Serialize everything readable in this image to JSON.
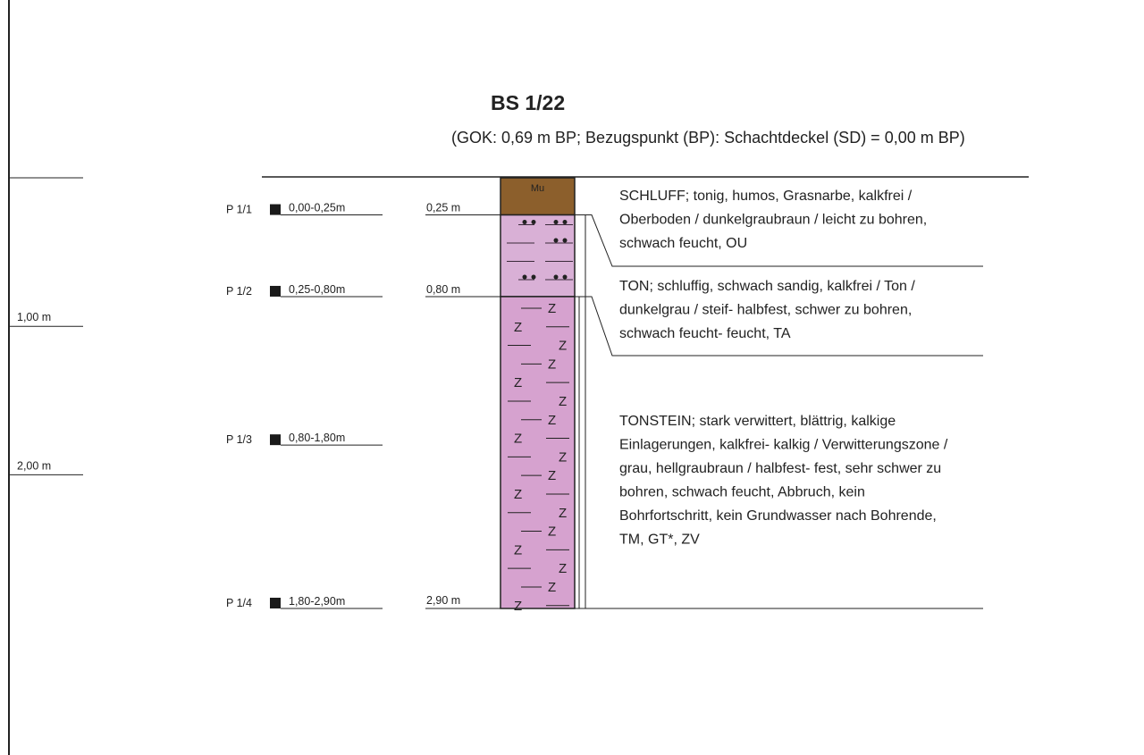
{
  "title": "BS 1/22",
  "subtitle": "(GOK: 0,69 m BP; Bezugspunkt (BP): Schachtdeckel (SD) = 0,00 m BP)",
  "scale_labels": [
    {
      "label": "1,00 m",
      "depth": 1.0
    },
    {
      "label": "2,00 m",
      "depth": 2.0
    }
  ],
  "samples": [
    {
      "id": "P 1/1",
      "range": "0,00-0,25m",
      "depth": 0.25
    },
    {
      "id": "P 1/2",
      "range": "0,25-0,80m",
      "depth": 0.8
    },
    {
      "id": "P 1/3",
      "range": "0,80-1,80m",
      "depth": 1.8
    },
    {
      "id": "P 1/4",
      "range": "1,80-2,90m",
      "depth": 2.9
    }
  ],
  "layers": [
    {
      "top": 0.0,
      "bottom": 0.25,
      "bottom_label": "",
      "symbol": "Mu",
      "color": "#8c5f2c",
      "pattern": "none",
      "desc": [
        "SCHLUFF; tonig, humos, Grasnarbe, kalkfrei /",
        "Oberboden / dunkelgraubraun / leicht zu bohren,",
        "schwach feucht, OU"
      ]
    },
    {
      "top": 0.25,
      "bottom": 0.8,
      "bottom_label": "0,25 m",
      "symbol": "",
      "color": "#d9b0d6",
      "pattern": "silt-sand",
      "desc": [
        "TON; schluffig, schwach sandig, kalkfrei / Ton /",
        "dunkelgrau / steif- halbfest, schwer zu bohren,",
        "schwach feucht- feucht, TA"
      ]
    },
    {
      "top": 0.8,
      "bottom": 2.9,
      "bottom_label": "0,80 m",
      "symbol": "",
      "color": "#d6a2cf",
      "pattern": "claystone",
      "desc": [
        "TONSTEIN; stark verwittert, blättrig, kalkige",
        "Einlagerungen, kalkfrei- kalkig / Verwitterungszone /",
        "grau, hellgraubraun / halbfest- fest, sehr schwer zu",
        "bohren, schwach feucht, Abbruch, kein",
        "Bohrfortschritt, kein Grundwasser nach Bohrende,",
        "TM, GT*, ZV"
      ]
    }
  ],
  "final_depth_label": "2,90 m"
}
